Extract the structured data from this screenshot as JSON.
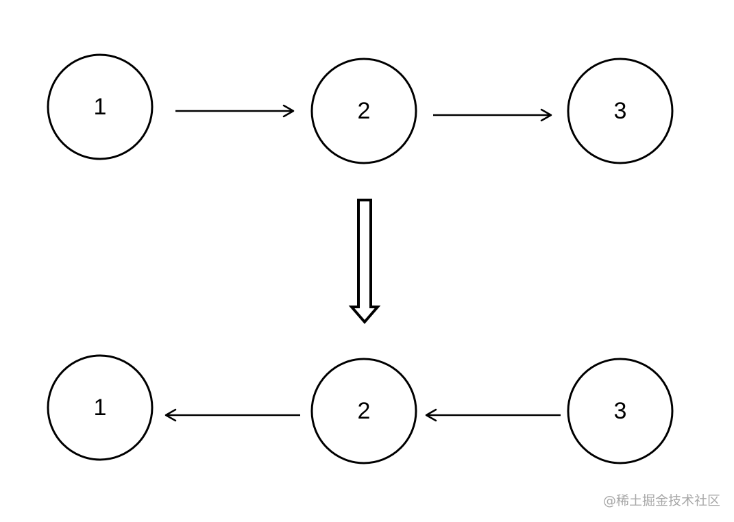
{
  "diagram": {
    "top_row": {
      "nodes": [
        {
          "label": "1"
        },
        {
          "label": "2"
        },
        {
          "label": "3"
        }
      ],
      "edges": [
        {
          "from": "1",
          "to": "2"
        },
        {
          "from": "2",
          "to": "3"
        }
      ]
    },
    "bottom_row": {
      "nodes": [
        {
          "label": "1"
        },
        {
          "label": "2"
        },
        {
          "label": "3"
        }
      ],
      "edges": [
        {
          "from": "2",
          "to": "1"
        },
        {
          "from": "3",
          "to": "2"
        }
      ]
    },
    "transform": {
      "direction": "down",
      "style": "hollow-arrow"
    }
  },
  "watermark": {
    "text": "@稀土掘金技术社区"
  },
  "colors": {
    "stroke": "#000000",
    "background": "#ffffff",
    "watermark": "#a8a8a8"
  }
}
